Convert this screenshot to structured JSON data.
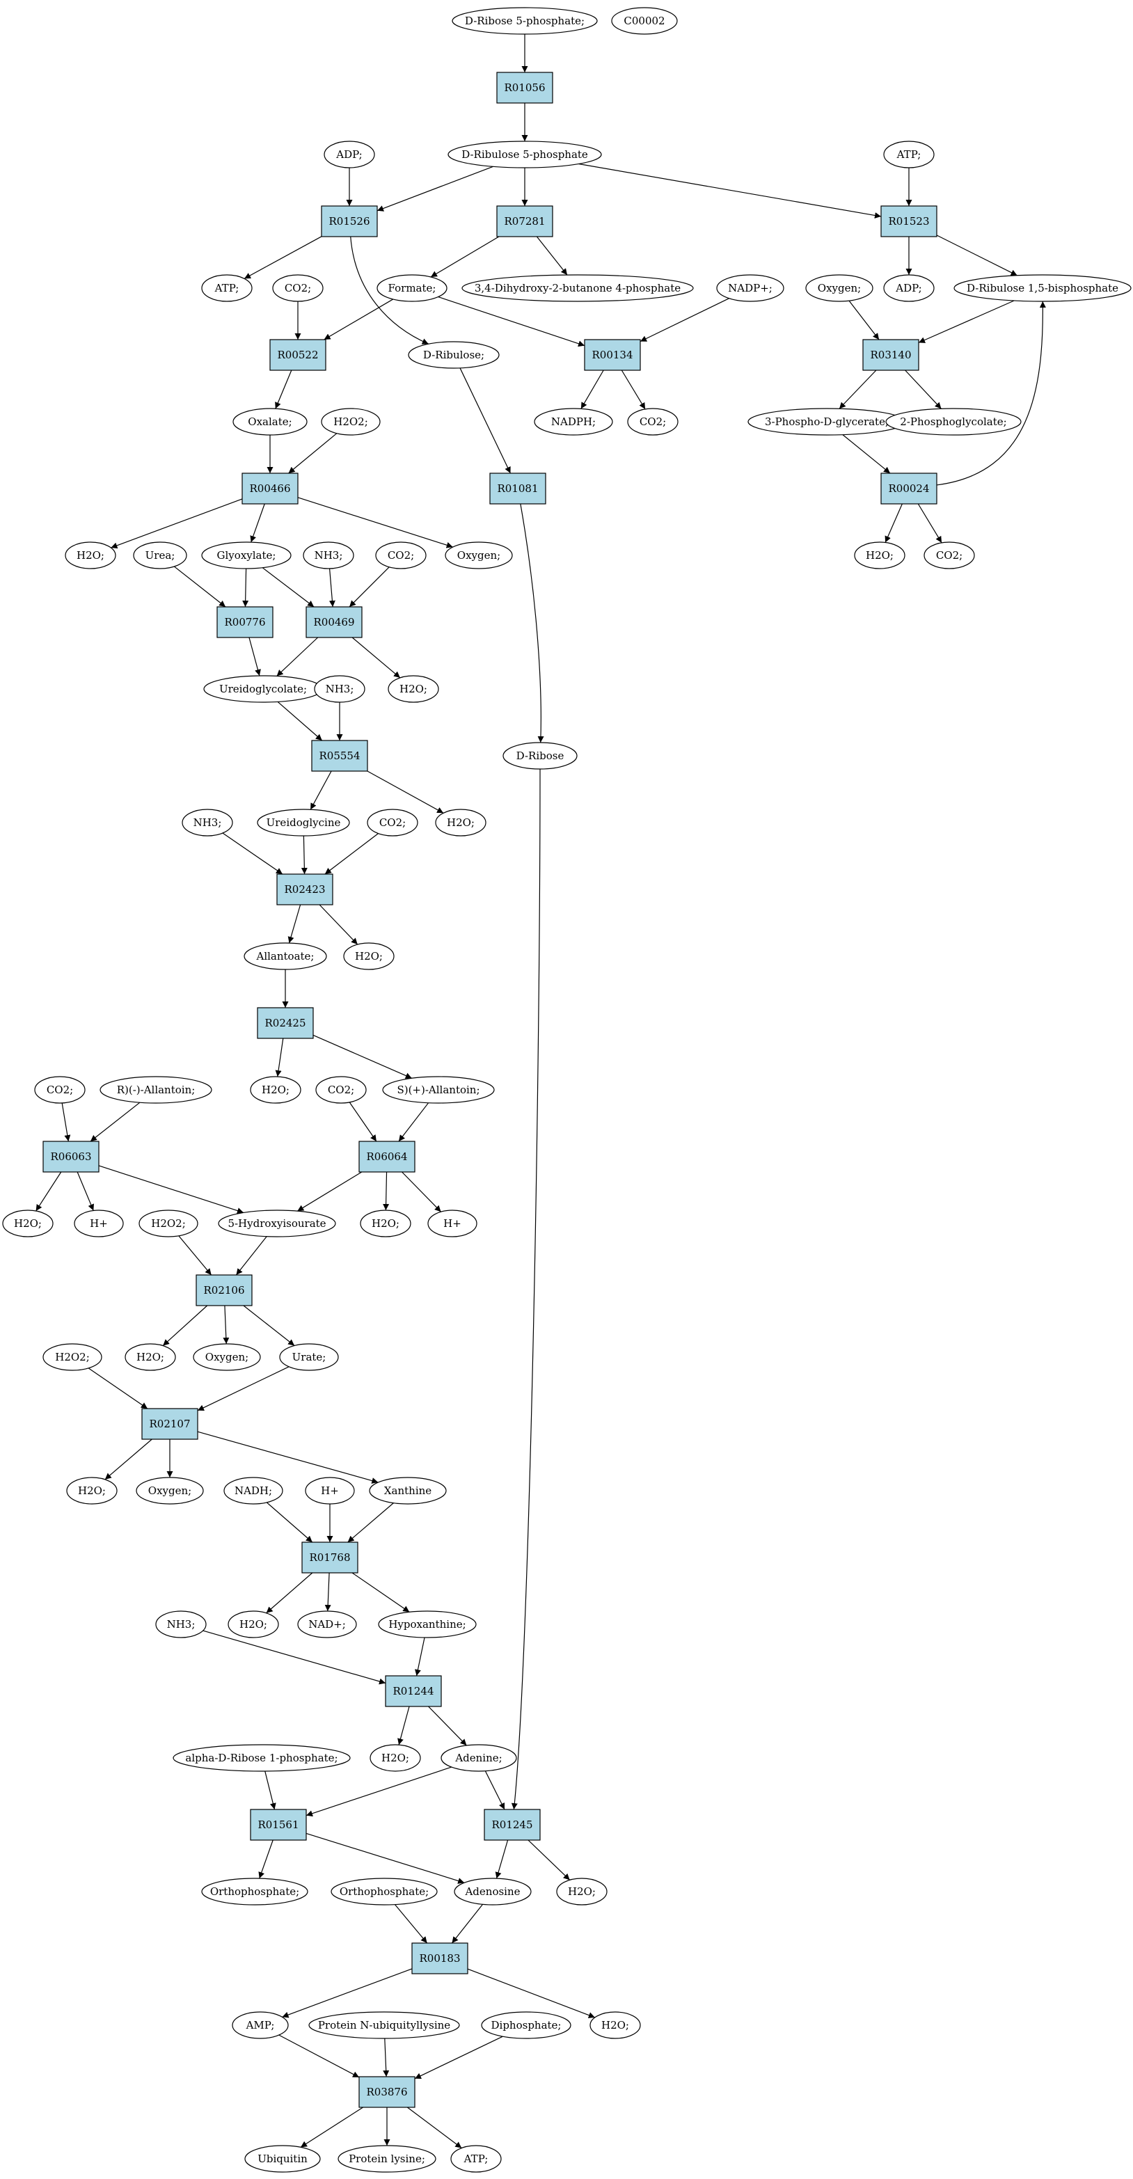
{
  "diagram": {
    "nodes": [
      {
        "id": "c_r5p_top",
        "label": "D-Ribose 5-phosphate;",
        "kind": "compound",
        "fill": "#00ee00"
      },
      {
        "id": "c_c00002",
        "label": "C00002",
        "kind": "compound",
        "fill": "#ffff00"
      },
      {
        "id": "r_R01056",
        "label": "R01056",
        "kind": "reaction"
      },
      {
        "id": "c_adp1",
        "label": "ADP;",
        "kind": "compound"
      },
      {
        "id": "c_ru5p",
        "label": "D-Ribulose 5-phosphate",
        "kind": "compound"
      },
      {
        "id": "c_atp_r",
        "label": "ATP;",
        "kind": "compound"
      },
      {
        "id": "r_R01526",
        "label": "R01526",
        "kind": "reaction"
      },
      {
        "id": "r_R07281",
        "label": "R07281",
        "kind": "reaction"
      },
      {
        "id": "r_R01523",
        "label": "R01523",
        "kind": "reaction"
      },
      {
        "id": "c_atp1",
        "label": "ATP;",
        "kind": "compound"
      },
      {
        "id": "c_co2_1",
        "label": "CO2;",
        "kind": "compound"
      },
      {
        "id": "c_formate",
        "label": "Formate;",
        "kind": "compound"
      },
      {
        "id": "c_dhbp",
        "label": "3,4-Dihydroxy-2-butanone 4-phosphate",
        "kind": "compound"
      },
      {
        "id": "c_nadp",
        "label": "NADP+;",
        "kind": "compound"
      },
      {
        "id": "c_oxygen_r",
        "label": "Oxygen;",
        "kind": "compound"
      },
      {
        "id": "c_adp_r",
        "label": "ADP;",
        "kind": "compound"
      },
      {
        "id": "c_rubp",
        "label": "D-Ribulose 1,5-bisphosphate",
        "kind": "compound"
      },
      {
        "id": "r_R00522",
        "label": "R00522",
        "kind": "reaction"
      },
      {
        "id": "c_ribulose",
        "label": "D-Ribulose;",
        "kind": "compound"
      },
      {
        "id": "r_R00134",
        "label": "R00134",
        "kind": "reaction"
      },
      {
        "id": "r_R03140",
        "label": "R03140",
        "kind": "reaction"
      },
      {
        "id": "c_oxalate",
        "label": "Oxalate;",
        "kind": "compound"
      },
      {
        "id": "c_h2o2_1",
        "label": "H2O2;",
        "kind": "compound"
      },
      {
        "id": "c_nadph",
        "label": "NADPH;",
        "kind": "compound"
      },
      {
        "id": "c_co2_m",
        "label": "CO2;",
        "kind": "compound"
      },
      {
        "id": "c_3pg",
        "label": "3-Phospho-D-glycerate;",
        "kind": "compound"
      },
      {
        "id": "c_2pg",
        "label": "2-Phosphoglycolate;",
        "kind": "compound"
      },
      {
        "id": "r_R00466",
        "label": "R00466",
        "kind": "reaction"
      },
      {
        "id": "r_R01081",
        "label": "R01081",
        "kind": "reaction"
      },
      {
        "id": "r_R00024",
        "label": "R00024",
        "kind": "reaction"
      },
      {
        "id": "c_h2o_a",
        "label": "H2O;",
        "kind": "compound"
      },
      {
        "id": "c_urea",
        "label": "Urea;",
        "kind": "compound"
      },
      {
        "id": "c_glyoxylate",
        "label": "Glyoxylate;",
        "kind": "compound"
      },
      {
        "id": "c_nh3_1",
        "label": "NH3;",
        "kind": "compound"
      },
      {
        "id": "c_co2_2",
        "label": "CO2;",
        "kind": "compound"
      },
      {
        "id": "c_oxygen_1",
        "label": "Oxygen;",
        "kind": "compound"
      },
      {
        "id": "c_h2o_r",
        "label": "H2O;",
        "kind": "compound"
      },
      {
        "id": "c_co2_r",
        "label": "CO2;",
        "kind": "compound"
      },
      {
        "id": "r_R00776",
        "label": "R00776",
        "kind": "reaction"
      },
      {
        "id": "r_R00469",
        "label": "R00469",
        "kind": "reaction"
      },
      {
        "id": "c_ureidoglycolate",
        "label": "Ureidoglycolate;",
        "kind": "compound"
      },
      {
        "id": "c_nh3_2",
        "label": "NH3;",
        "kind": "compound"
      },
      {
        "id": "c_h2o_b",
        "label": "H2O;",
        "kind": "compound"
      },
      {
        "id": "c_dribose",
        "label": "D-Ribose",
        "kind": "compound"
      },
      {
        "id": "r_R05554",
        "label": "R05554",
        "kind": "reaction"
      },
      {
        "id": "c_nh3_3",
        "label": "NH3;",
        "kind": "compound"
      },
      {
        "id": "c_ureidoglycine",
        "label": "Ureidoglycine",
        "kind": "compound"
      },
      {
        "id": "c_co2_3",
        "label": "CO2;",
        "kind": "compound"
      },
      {
        "id": "c_h2o_c",
        "label": "H2O;",
        "kind": "compound"
      },
      {
        "id": "r_R02423",
        "label": "R02423",
        "kind": "reaction"
      },
      {
        "id": "c_allantoate",
        "label": "Allantoate;",
        "kind": "compound"
      },
      {
        "id": "c_h2o_d",
        "label": "H2O;",
        "kind": "compound"
      },
      {
        "id": "r_R02425",
        "label": "R02425",
        "kind": "reaction"
      },
      {
        "id": "c_co2_4",
        "label": "CO2;",
        "kind": "compound"
      },
      {
        "id": "c_r_allantoin",
        "label": "R)(-)-Allantoin;",
        "kind": "compound"
      },
      {
        "id": "c_h2o_e",
        "label": "H2O;",
        "kind": "compound"
      },
      {
        "id": "c_co2_5",
        "label": "CO2;",
        "kind": "compound"
      },
      {
        "id": "c_s_allantoin",
        "label": "S)(+)-Allantoin;",
        "kind": "compound"
      },
      {
        "id": "r_R06063",
        "label": "R06063",
        "kind": "reaction"
      },
      {
        "id": "r_R06064",
        "label": "R06064",
        "kind": "reaction"
      },
      {
        "id": "c_h2o_f",
        "label": "H2O;",
        "kind": "compound"
      },
      {
        "id": "c_hplus_1",
        "label": "H+",
        "kind": "compound"
      },
      {
        "id": "c_h2o2_2",
        "label": "H2O2;",
        "kind": "compound"
      },
      {
        "id": "c_5hiu",
        "label": "5-Hydroxyisourate",
        "kind": "compound"
      },
      {
        "id": "c_h2o_g",
        "label": "H2O;",
        "kind": "compound"
      },
      {
        "id": "c_hplus_2",
        "label": "H+",
        "kind": "compound"
      },
      {
        "id": "r_R02106",
        "label": "R02106",
        "kind": "reaction"
      },
      {
        "id": "c_h2o2_3",
        "label": "H2O2;",
        "kind": "compound"
      },
      {
        "id": "c_h2o_h",
        "label": "H2O;",
        "kind": "compound"
      },
      {
        "id": "c_oxygen_2",
        "label": "Oxygen;",
        "kind": "compound"
      },
      {
        "id": "c_urate",
        "label": "Urate;",
        "kind": "compound"
      },
      {
        "id": "r_R02107",
        "label": "R02107",
        "kind": "reaction"
      },
      {
        "id": "c_h2o_i",
        "label": "H2O;",
        "kind": "compound"
      },
      {
        "id": "c_oxygen_3",
        "label": "Oxygen;",
        "kind": "compound"
      },
      {
        "id": "c_nadh",
        "label": "NADH;",
        "kind": "compound"
      },
      {
        "id": "c_hplus_3",
        "label": "H+",
        "kind": "compound"
      },
      {
        "id": "c_xanthine",
        "label": "Xanthine",
        "kind": "compound"
      },
      {
        "id": "r_R01768",
        "label": "R01768",
        "kind": "reaction"
      },
      {
        "id": "c_nh3_4",
        "label": "NH3;",
        "kind": "compound"
      },
      {
        "id": "c_h2o_j",
        "label": "H2O;",
        "kind": "compound"
      },
      {
        "id": "c_nad",
        "label": "NAD+;",
        "kind": "compound"
      },
      {
        "id": "c_hypoxanthine",
        "label": "Hypoxanthine;",
        "kind": "compound"
      },
      {
        "id": "r_R01244",
        "label": "R01244",
        "kind": "reaction"
      },
      {
        "id": "c_adr1p",
        "label": "alpha-D-Ribose 1-phosphate;",
        "kind": "compound"
      },
      {
        "id": "c_h2o_k",
        "label": "H2O;",
        "kind": "compound"
      },
      {
        "id": "c_adenine",
        "label": "Adenine;",
        "kind": "compound"
      },
      {
        "id": "r_R01561",
        "label": "R01561",
        "kind": "reaction"
      },
      {
        "id": "r_R01245",
        "label": "R01245",
        "kind": "reaction"
      },
      {
        "id": "c_ortho_1",
        "label": "Orthophosphate;",
        "kind": "compound"
      },
      {
        "id": "c_ortho_2",
        "label": "Orthophosphate;",
        "kind": "compound"
      },
      {
        "id": "c_adenosine",
        "label": "Adenosine",
        "kind": "compound"
      },
      {
        "id": "c_h2o_l",
        "label": "H2O;",
        "kind": "compound"
      },
      {
        "id": "r_R00183",
        "label": "R00183",
        "kind": "reaction"
      },
      {
        "id": "c_amp",
        "label": "AMP;",
        "kind": "compound"
      },
      {
        "id": "c_pnul",
        "label": "Protein N-ubiquityllysine",
        "kind": "compound"
      },
      {
        "id": "c_diphosphate",
        "label": "Diphosphate;",
        "kind": "compound"
      },
      {
        "id": "c_h2o_m",
        "label": "H2O;",
        "kind": "compound"
      },
      {
        "id": "r_R03876",
        "label": "R03876",
        "kind": "reaction"
      },
      {
        "id": "c_ubiquitin",
        "label": "Ubiquitin",
        "kind": "compound"
      },
      {
        "id": "c_plysine",
        "label": "Protein lysine;",
        "kind": "compound"
      },
      {
        "id": "c_atp_b",
        "label": "ATP;",
        "kind": "compound"
      }
    ],
    "edges": [
      [
        "c_r5p_top",
        "r_R01056"
      ],
      [
        "r_R01056",
        "c_ru5p"
      ],
      [
        "c_ru5p",
        "r_R01526"
      ],
      [
        "c_adp1",
        "r_R01526"
      ],
      [
        "c_ru5p",
        "r_R07281"
      ],
      [
        "c_ru5p",
        "r_R01523"
      ],
      [
        "c_atp_r",
        "r_R01523"
      ],
      [
        "r_R01526",
        "c_atp1"
      ],
      [
        "r_R01526",
        "c_ribulose"
      ],
      [
        "r_R07281",
        "c_formate"
      ],
      [
        "r_R07281",
        "c_dhbp"
      ],
      [
        "r_R01523",
        "c_adp_r"
      ],
      [
        "r_R01523",
        "c_rubp"
      ],
      [
        "c_co2_1",
        "r_R00522"
      ],
      [
        "c_formate",
        "r_R00522"
      ],
      [
        "c_formate",
        "r_R00134"
      ],
      [
        "c_nadp",
        "r_R00134"
      ],
      [
        "c_oxygen_r",
        "r_R03140"
      ],
      [
        "c_rubp",
        "r_R03140"
      ],
      [
        "r_R00522",
        "c_oxalate"
      ],
      [
        "r_R00134",
        "c_nadph"
      ],
      [
        "r_R00134",
        "c_co2_m"
      ],
      [
        "r_R03140",
        "c_3pg"
      ],
      [
        "r_R03140",
        "c_2pg"
      ],
      [
        "c_oxalate",
        "r_R00466"
      ],
      [
        "c_h2o2_1",
        "r_R00466"
      ],
      [
        "c_ribulose",
        "r_R01081"
      ],
      [
        "c_3pg",
        "r_R00024"
      ],
      [
        "r_R00024",
        "c_rubp"
      ],
      [
        "r_R00466",
        "c_h2o_a"
      ],
      [
        "r_R00466",
        "c_glyoxylate"
      ],
      [
        "r_R00466",
        "c_oxygen_1"
      ],
      [
        "r_R00024",
        "c_h2o_r"
      ],
      [
        "r_R00024",
        "c_co2_r"
      ],
      [
        "c_urea",
        "r_R00776"
      ],
      [
        "c_glyoxylate",
        "r_R00776"
      ],
      [
        "c_glyoxylate",
        "r_R00469"
      ],
      [
        "c_nh3_1",
        "r_R00469"
      ],
      [
        "c_co2_2",
        "r_R00469"
      ],
      [
        "r_R00776",
        "c_ureidoglycolate"
      ],
      [
        "r_R00469",
        "c_ureidoglycolate"
      ],
      [
        "r_R00469",
        "c_h2o_b"
      ],
      [
        "r_R01081",
        "c_dribose"
      ],
      [
        "c_ureidoglycolate",
        "r_R05554"
      ],
      [
        "c_nh3_2",
        "r_R05554"
      ],
      [
        "r_R05554",
        "c_ureidoglycine"
      ],
      [
        "r_R05554",
        "c_h2o_c"
      ],
      [
        "c_nh3_3",
        "r_R02423"
      ],
      [
        "c_ureidoglycine",
        "r_R02423"
      ],
      [
        "c_co2_3",
        "r_R02423"
      ],
      [
        "r_R02423",
        "c_allantoate"
      ],
      [
        "r_R02423",
        "c_h2o_d"
      ],
      [
        "c_allantoate",
        "r_R02425"
      ],
      [
        "r_R02425",
        "c_h2o_e"
      ],
      [
        "r_R02425",
        "c_s_allantoin"
      ],
      [
        "c_co2_4",
        "r_R06063"
      ],
      [
        "c_r_allantoin",
        "r_R06063"
      ],
      [
        "c_co2_5",
        "r_R06064"
      ],
      [
        "c_s_allantoin",
        "r_R06064"
      ],
      [
        "r_R06063",
        "c_h2o_f"
      ],
      [
        "r_R06063",
        "c_hplus_1"
      ],
      [
        "r_R06063",
        "c_5hiu"
      ],
      [
        "r_R06064",
        "c_5hiu"
      ],
      [
        "r_R06064",
        "c_h2o_g"
      ],
      [
        "r_R06064",
        "c_hplus_2"
      ],
      [
        "c_h2o2_2",
        "r_R02106"
      ],
      [
        "c_5hiu",
        "r_R02106"
      ],
      [
        "r_R02106",
        "c_h2o_h"
      ],
      [
        "r_R02106",
        "c_oxygen_2"
      ],
      [
        "r_R02106",
        "c_urate"
      ],
      [
        "c_h2o2_3",
        "r_R02107"
      ],
      [
        "c_urate",
        "r_R02107"
      ],
      [
        "r_R02107",
        "c_h2o_i"
      ],
      [
        "r_R02107",
        "c_oxygen_3"
      ],
      [
        "r_R02107",
        "c_xanthine"
      ],
      [
        "c_nadh",
        "r_R01768"
      ],
      [
        "c_hplus_3",
        "r_R01768"
      ],
      [
        "c_xanthine",
        "r_R01768"
      ],
      [
        "r_R01768",
        "c_h2o_j"
      ],
      [
        "r_R01768",
        "c_nad"
      ],
      [
        "r_R01768",
        "c_hypoxanthine"
      ],
      [
        "c_nh3_4",
        "r_R01244"
      ],
      [
        "c_hypoxanthine",
        "r_R01244"
      ],
      [
        "r_R01244",
        "c_h2o_k"
      ],
      [
        "r_R01244",
        "c_adenine"
      ],
      [
        "c_adr1p",
        "r_R01561"
      ],
      [
        "c_adenine",
        "r_R01561"
      ],
      [
        "c_adenine",
        "r_R01245"
      ],
      [
        "c_dribose",
        "r_R01245"
      ],
      [
        "r_R01561",
        "c_ortho_1"
      ],
      [
        "r_R01561",
        "c_adenosine"
      ],
      [
        "r_R01245",
        "c_adenosine"
      ],
      [
        "r_R01245",
        "c_h2o_l"
      ],
      [
        "c_ortho_2",
        "r_R00183"
      ],
      [
        "c_adenosine",
        "r_R00183"
      ],
      [
        "r_R00183",
        "c_amp"
      ],
      [
        "r_R00183",
        "c_h2o_m"
      ],
      [
        "c_amp",
        "r_R03876"
      ],
      [
        "c_pnul",
        "r_R03876"
      ],
      [
        "c_diphosphate",
        "r_R03876"
      ],
      [
        "r_R03876",
        "c_ubiquitin"
      ],
      [
        "r_R03876",
        "c_plysine"
      ],
      [
        "r_R03876",
        "c_atp_b"
      ]
    ]
  }
}
